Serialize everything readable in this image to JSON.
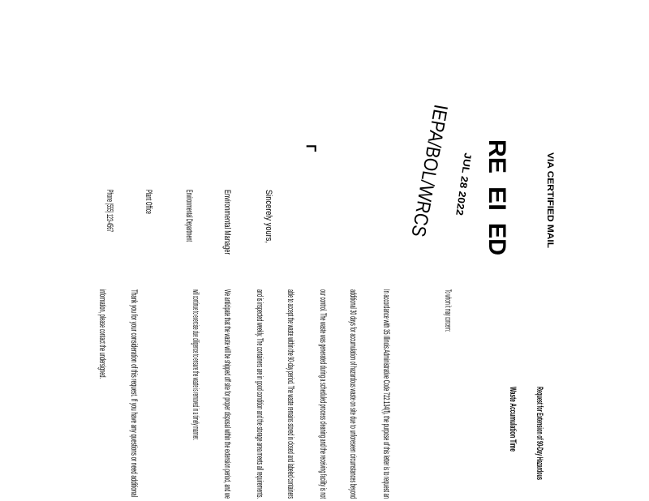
{
  "letter": {
    "delivery": "VIA CERTIFIED MAIL",
    "stamp": {
      "received_parts": [
        "RE",
        "EI",
        "ED"
      ],
      "date": "JUL 28 2022",
      "office": "IEPA/BOL/WRCS"
    },
    "subject": [
      "Request for Extension of 90-Day Hazardous",
      "Waste Accumulation Time"
    ],
    "salutation": "To whom it may concern:",
    "body_paragraph": [
      "In accordance with 35 Illinois Administrative Code 722.134(f), the purpose of this letter is to request an",
      "additional 30 days for accumulation of hazardous waste on site due to unforeseen circumstances beyond",
      "our control. The waste was generated during a scheduled process cleaning and the receiving facility is not",
      "able to accept the waste within the 90-day period. The waste remains stored in closed and labeled containers",
      "and is inspected weekly. The containers are in good condition and the storage area meets all requirements.",
      "We anticipate that the waste will be shipped off site for proper disposal within the extension period, and we",
      "will continue to exercise due diligence to ensure the waste is removed in a timely manner."
    ],
    "closing_paragraph": [
      "Thank you for your consideration of this request. If you have any questions or need additional",
      "information, please contact the undersigned."
    ],
    "signature_block": [
      "Sincerely yours,",
      "Environmental Manager",
      "Environmental Department",
      "Plant Office",
      "Phone (555) 123-4567"
    ],
    "initials": "ᒥ"
  }
}
